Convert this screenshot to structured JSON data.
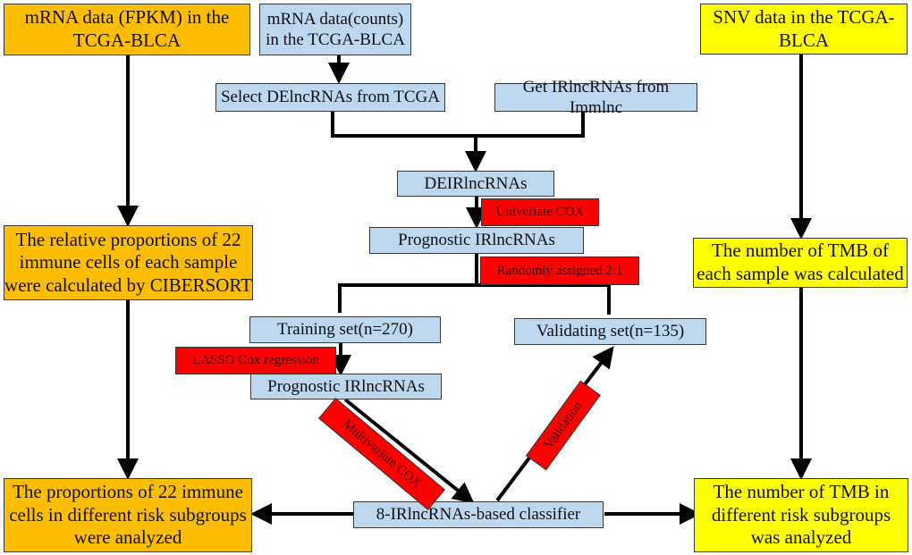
{
  "colors": {
    "source_box": "#fdbd00",
    "snv_box": "#ffff00",
    "process_box": "#bdd7ee",
    "method_label": "#ff0000",
    "arrow": "#000000"
  },
  "left_column": {
    "top": "mRNA data (FPKM)  in the TCGA-BLCA",
    "middle": "The relative proportions of 22 immune cells of each sample were calculated by CIBERSORT",
    "bottom": "The proportions of 22 immune cells in different risk subgroups were analyzed"
  },
  "right_column": {
    "top": "SNV data in the TCGA-BLCA",
    "middle": "The number of TMB of each sample was calculated",
    "bottom": "The number of TMB in different risk subgroups was analyzed"
  },
  "center": {
    "counts": "mRNA data(counts) in the TCGA-BLCA",
    "select": "Select DElncRNAs from TCGA",
    "get": "Get IRlncRNAs from Immlnc",
    "deir": "DEIRlncRNAs",
    "prognostic1": "Prognostic  IRlncRNAs",
    "training": "Training set(n=270)",
    "validating": "Validating set(n=135)",
    "prognostic2": "Prognostic  IRlncRNAs",
    "classifier": "8-IRlncRNAs-based  classifier"
  },
  "methods": {
    "univariate": "Univeriate COX",
    "random": "Randomly assigned 2:1",
    "lasso": "LASSO Cox regression",
    "multivariate": "Multivariate COX",
    "validation": "Validation"
  }
}
